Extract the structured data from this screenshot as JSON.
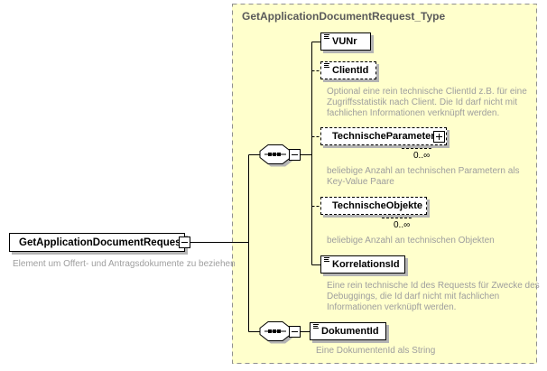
{
  "diagram": {
    "root": {
      "name": "GetApplicationDocumentRequest",
      "annotation": "Element um Offert- und Antragsdokumente zu beziehen"
    },
    "type_container": {
      "title": "GetApplicationDocumentRequest_Type"
    },
    "elements": {
      "vunr": {
        "name": "VUNr",
        "required": true
      },
      "client_id": {
        "name": "ClientId",
        "required": false,
        "note": [
          "Optional eine rein technische ClientId z.B. für eine",
          "Zugriffsstatistik nach Client. Die Id darf nicht mit",
          "fachlichen Informationen verknüpft werden."
        ]
      },
      "technische_parameter": {
        "name": "TechnischeParameter",
        "required": false,
        "cardinality": "0..∞",
        "note": [
          "beliebige Anzahl an technischen Parametern als",
          "Key-Value Paare"
        ]
      },
      "technische_objekte": {
        "name": "TechnischeObjekte",
        "required": false,
        "cardinality": "0..∞",
        "note": [
          "beliebige Anzahl an technischen Objekten"
        ]
      },
      "korrelations_id": {
        "name": "KorrelationsId",
        "required": true,
        "note": [
          "Eine rein technische Id des Requests für Zwecke des",
          "Debuggings, die Id darf nicht mit fachlichen",
          "Informationen verknüpft werden."
        ]
      },
      "dokument_id": {
        "name": "DokumentId",
        "required": true,
        "note": [
          "Eine DokumentenId als String"
        ]
      }
    },
    "icons": {
      "collapse_icon": "−",
      "expand_icon": "+",
      "text_content_icon": "≡",
      "sequence_icon": "octagon with dotted sequence line"
    },
    "colors": {
      "container_fill": "#ffffcc",
      "title": "#5a5a5a",
      "annotation": "#9e9e9e",
      "shadow": "#b4b4b4",
      "border_dash": "#8f8f8f"
    }
  }
}
